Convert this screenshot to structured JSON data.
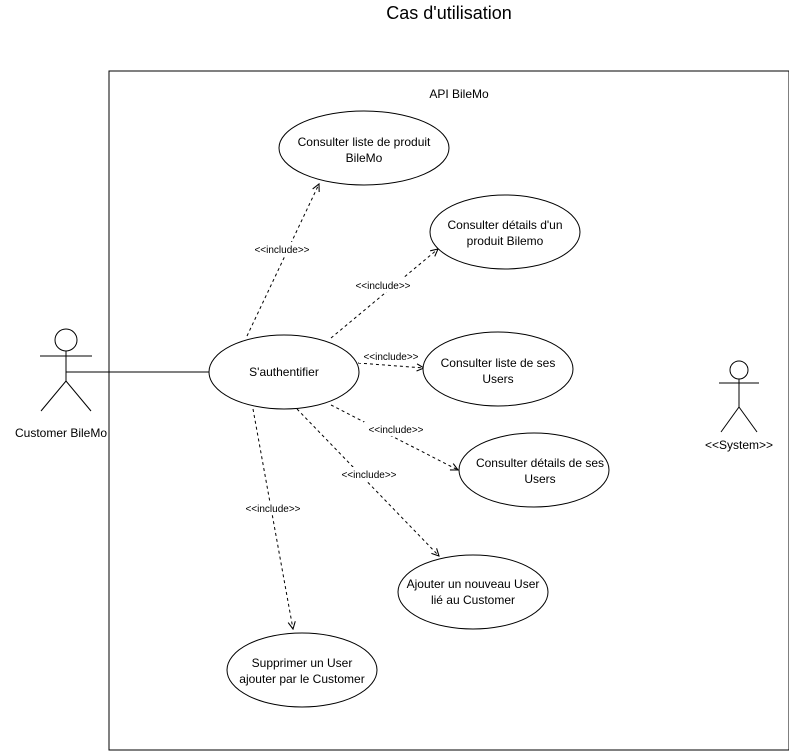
{
  "title": "Cas d'utilisation",
  "system_boundary": {
    "label": "API BileMo"
  },
  "actors": {
    "customer": {
      "label": "Customer BileMo"
    },
    "system": {
      "label": "<<System>>"
    }
  },
  "use_cases": {
    "auth": {
      "lines": [
        "S'authentifier"
      ]
    },
    "uc1": {
      "lines": [
        "Consulter liste de produit",
        "BileMo"
      ]
    },
    "uc2": {
      "lines": [
        "Consulter détails d'un",
        "produit Bilemo"
      ]
    },
    "uc3": {
      "lines": [
        "Consulter liste de ses",
        "Users"
      ]
    },
    "uc4": {
      "lines": [
        "Consulter détails de ses",
        "Users"
      ]
    },
    "uc5": {
      "lines": [
        "Ajouter un nouveau User",
        "lié au Customer"
      ]
    },
    "uc6": {
      "lines": [
        "Supprimer un User",
        "ajouter par le Customer"
      ]
    }
  },
  "relations": {
    "r1": {
      "label": "<<include>>"
    },
    "r2": {
      "label": "<<include>>"
    },
    "r3": {
      "label": "<<include>>"
    },
    "r4": {
      "label": "<<include>>"
    },
    "r5": {
      "label": "<<include>>"
    },
    "r6": {
      "label": "<<include>>"
    }
  },
  "colors": {
    "stroke": "#000000",
    "fill": "#ffffff",
    "background": "#ffffff"
  }
}
